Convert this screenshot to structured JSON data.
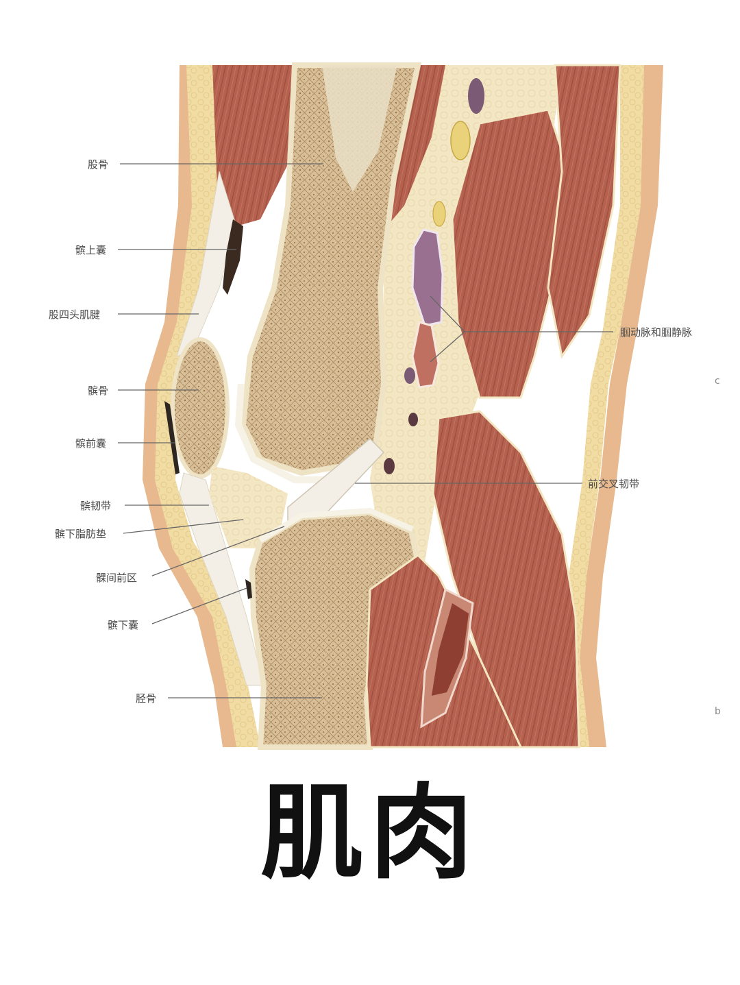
{
  "labels": {
    "femur": "股骨",
    "suprapatellar_bursa": "髌上囊",
    "quadriceps_tendon": "股四头肌腱",
    "patella": "髌骨",
    "prepatellar_bursa": "髌前囊",
    "patellar_ligament": "髌韧带",
    "infrapatellar_fat_pad": "髌下脂肪垫",
    "intercondylar_area": "髁间前区",
    "infrapatellar_bursa": "髌下囊",
    "tibia": "胫骨",
    "popliteal_vessels": "腘动脉和腘静脉",
    "acl": "前交叉韧带"
  },
  "panel_letters": {
    "c": "c",
    "b": "b"
  },
  "title": "肌肉",
  "colors": {
    "muscle": "#b5614f",
    "muscle_dark": "#8e3f31",
    "fat": "#f1dca4",
    "skin": "#e8b98f",
    "bone": "#d9c09a",
    "bone_cortex": "#efe3c6",
    "tendon": "#f3efe6",
    "vessel_vein": "#9a7090",
    "vessel_artery": "#c07060",
    "leader_line": "#666666"
  }
}
